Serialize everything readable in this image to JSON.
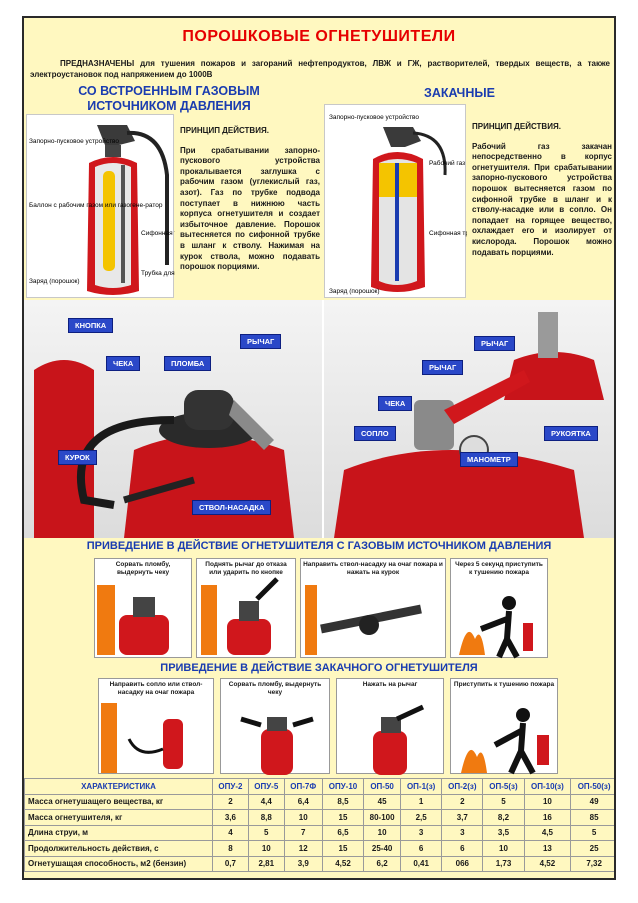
{
  "title": "ПОРОШКОВЫЕ ОГНЕТУШИТЕЛИ",
  "intro": "ПРЕДНАЗНАЧЕНЫ для тушения пожаров и загораний нефтепродуктов, ЛВЖ и ГЖ, растворителей, твердых веществ, а также электроустановок под напряжением до 1000В",
  "gas": {
    "heading": "СО ВСТРОЕННЫМ ГАЗОВЫМ ИСТОЧНИКОМ ДАВЛЕНИЯ",
    "principle_title": "ПРИНЦИП ДЕЙСТВИЯ.",
    "principle_text": "При срабатывании запорно-пускового устройства прокалывается заглушка с рабочим газом (углекислый газ, азот). Газ по трубке подвода поступает в нижнюю часть корпуса огнетушителя и создает избыточное давление. Порошок вытесняется по сифонной трубке в шланг к стволу. Нажимая на курок ствола, можно подавать порошок порциями.",
    "diagram_labels": {
      "valve": "Запорно-пусковое устройство",
      "cylinder": "Баллон с рабочим газом или газогене-ратор",
      "siphon": "Сифонная трубка",
      "charge": "Заряд (порошок)",
      "gas_tube": "Трубка для подвода газа"
    }
  },
  "zak": {
    "heading": "ЗАКАЧНЫЕ",
    "principle_title": "ПРИНЦИП ДЕЙСТВИЯ.",
    "principle_text": "Рабочий газ закачан непосредственно в корпус огнетушителя. При срабатывании запорно-пускового устройства порошок вытесняется газом по сифонной трубке в шланг и к стволу-насадке или в сопло. Он попадает на горящее вещество, охлаждает его и изолирует от кислорода. Порошок можно подавать порциями.",
    "diagram_labels": {
      "valve": "Запорно-пусковое устройство",
      "gas": "Рабочий газ",
      "siphon": "Сифонная трубка",
      "charge": "Заряд (порошок)"
    }
  },
  "photo_labels_left": [
    "КНОПКА",
    "ЧЕКА",
    "ПЛОМБА",
    "РЫЧАГ",
    "КУРОК",
    "СТВОЛ-НАСАДКА"
  ],
  "photo_labels_right": [
    "РЫЧАГ",
    "РЫЧАГ",
    "ЧЕКА",
    "СОПЛО",
    "РУКОЯТКА",
    "МАНОМЕТР"
  ],
  "section_gas": "ПРИВЕДЕНИЕ В ДЕЙСТВИЕ ОГНЕТУШИТЕЛЯ С ГАЗОВЫМ ИСТОЧНИКОМ ДАВЛЕНИЯ",
  "steps_gas": [
    "Сорвать пломбу, выдернуть чеку",
    "Поднять рычаг до отказа или ударить по кнопке",
    "Направить ствол-насадку на очаг пожара и нажать на курок",
    "Через 5 секунд приступить к тушению пожара"
  ],
  "section_zak": "ПРИВЕДЕНИЕ В ДЕЙСТВИЕ ЗАКАЧНОГО ОГНЕТУШИТЕЛЯ",
  "steps_zak": [
    "Направить сопло или ствол-насадку на очаг пожара",
    "Сорвать пломбу, выдернуть чеку",
    "Нажать на рычаг",
    "Приступить к тушению пожара"
  ],
  "table": {
    "headers": [
      "ХАРАКТЕРИСТИКА",
      "ОПУ-2",
      "ОПУ-5",
      "ОП-7Ф",
      "ОПУ-10",
      "ОП-50",
      "ОП-1(з)",
      "ОП-2(з)",
      "ОП-5(з)",
      "ОП-10(з)",
      "ОП-50(з)"
    ],
    "rows": [
      [
        "Масса огнетушащего вещества, кг",
        "2",
        "4,4",
        "6,4",
        "8,5",
        "45",
        "1",
        "2",
        "5",
        "10",
        "49"
      ],
      [
        "Масса огнетушителя, кг",
        "3,6",
        "8,8",
        "10",
        "15",
        "80-100",
        "2,5",
        "3,7",
        "8,2",
        "16",
        "85"
      ],
      [
        "Длина струи, м",
        "4",
        "5",
        "7",
        "6,5",
        "10",
        "3",
        "3",
        "3,5",
        "4,5",
        "5"
      ],
      [
        "Продолжительность действия, с",
        "8",
        "10",
        "12",
        "15",
        "25-40",
        "6",
        "6",
        "10",
        "13",
        "25"
      ],
      [
        "Огнетушащая способность, м2 (бензин)",
        "0,7",
        "2,81",
        "3,9",
        "4,52",
        "6,2",
        "0,41",
        "066",
        "1,73",
        "4,52",
        "7,32"
      ]
    ]
  },
  "colors": {
    "title": "#e60000",
    "heading": "#1a3cb0",
    "background": "#fff8c0",
    "label_bg": "#2a48c8",
    "extinguisher": "#d0171c"
  }
}
